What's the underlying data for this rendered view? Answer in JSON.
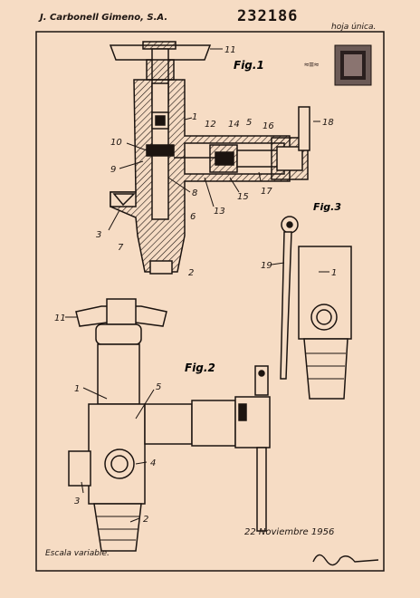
{
  "header": {
    "applicant": "J. Carbonell Gimeno, S.A.",
    "patent_number": "232186",
    "sheet_label": "hoja única."
  },
  "figures": {
    "fig1_label": "Fig.1",
    "fig2_label": "Fig.2",
    "fig3_label": "Fig.3"
  },
  "callouts_fig1": [
    "11",
    "1",
    "12",
    "14",
    "5",
    "16",
    "18",
    "10",
    "9",
    "8",
    "6",
    "13",
    "15",
    "17",
    "3",
    "7",
    "2"
  ],
  "callouts_fig2": [
    "11",
    "1",
    "5",
    "4",
    "3",
    "2"
  ],
  "callouts_fig3": [
    "19",
    "1"
  ],
  "footer": {
    "scale_label": "Escala variable.",
    "date_text": "22 Noviembre 1956"
  },
  "colors": {
    "paper": "#f6dcc4",
    "ink": "#1c1410"
  }
}
